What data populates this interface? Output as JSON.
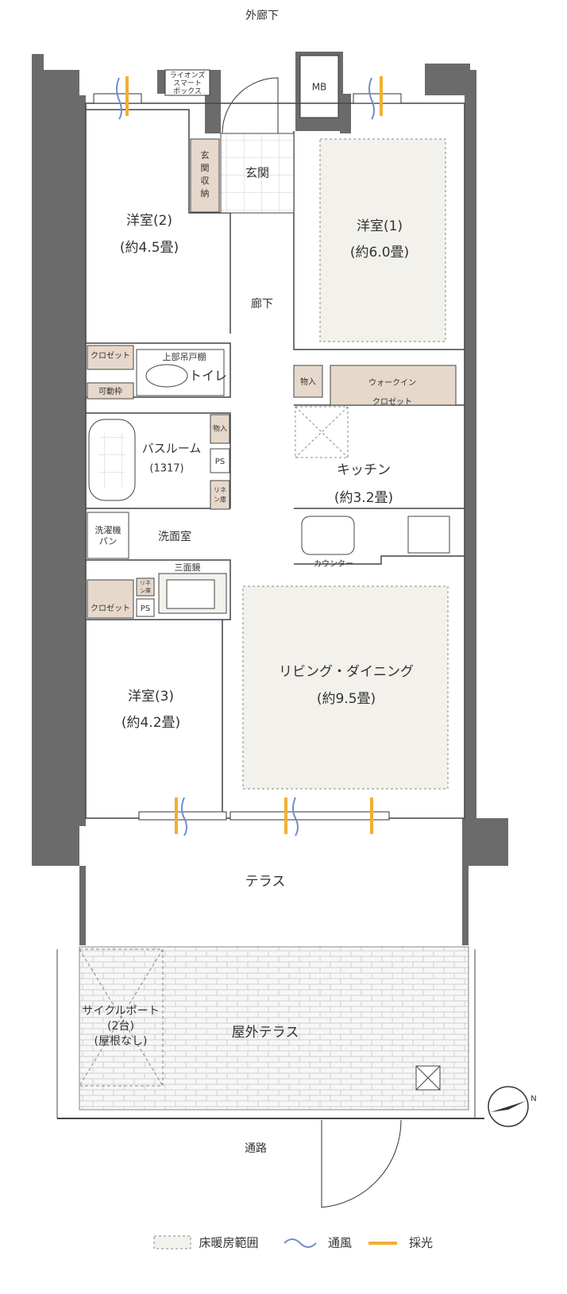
{
  "labels": {
    "outer_corridor": "外廊下",
    "lions_box": [
      "ライオンズ",
      "スマート",
      "ボックス"
    ],
    "mb": "MB",
    "entrance": "玄関",
    "entrance_storage": [
      "玄",
      "関",
      "収",
      "納"
    ],
    "western_room_2": [
      "洋室(2)",
      "(約4.5畳)"
    ],
    "western_room_1": [
      "洋室(1)",
      "(約6.0畳)"
    ],
    "hallway": "廊下",
    "closet": "クロゼット",
    "movable_shelf": "可動枠",
    "upper_cabinet": "上部吊戸棚",
    "toilet": "トイレ",
    "storage": "物入",
    "walk_in_closet": [
      "ウォークイン",
      "クロゼット"
    ],
    "bathroom": [
      "バスルーム",
      "(1317)"
    ],
    "ps": "PS",
    "linen": [
      "リネ",
      "ン庫"
    ],
    "kitchen": [
      "キッチン",
      "(約3.2畳)"
    ],
    "washer_pan": [
      "洗濯機",
      "パン"
    ],
    "washroom": "洗面室",
    "triple_mirror": "三面鏡",
    "counter": "カウンター",
    "western_room_3": [
      "洋室(3)",
      "(約4.2畳)"
    ],
    "living_dining": [
      "リビング・ダイニング",
      "(約9.5畳)"
    ],
    "terrace": "テラス",
    "cycle_port": [
      "サイクルポート",
      "(2台)",
      "(屋根なし)"
    ],
    "outdoor_terrace": "屋外テラス",
    "road": "通路"
  },
  "legend": {
    "floor_heating": "床暖房範囲",
    "ventilation": "通風",
    "daylight": "採光"
  },
  "colors": {
    "wall": "#6b6b6b",
    "storage_fill": "#e6d8cb",
    "heated_fill": "#f3f1ec",
    "ventilation": "#6f8fc9",
    "daylight": "#f0b030",
    "brick": "#cfcfcf"
  },
  "icons": {
    "compass": "compass-icon"
  }
}
